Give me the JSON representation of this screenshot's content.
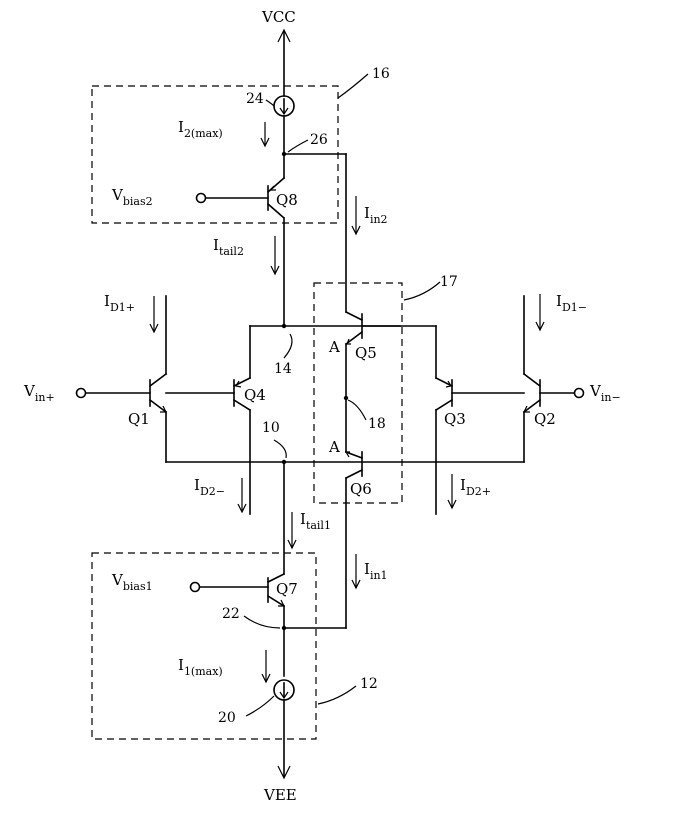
{
  "rails": {
    "vcc": "VCC",
    "vee": "VEE"
  },
  "transistors": {
    "q1": "Q1",
    "q2": "Q2",
    "q3": "Q3",
    "q4": "Q4",
    "q5": "Q5",
    "q6": "Q6",
    "q7": "Q7",
    "q8": "Q8"
  },
  "emitter_marks": {
    "q5": "A",
    "q6": "A"
  },
  "inputs": {
    "vin_plus": {
      "main": "V",
      "sub": "in+"
    },
    "vin_minus": {
      "main": "V",
      "sub": "in−"
    },
    "vbias1": {
      "main": "V",
      "sub": "bias1"
    },
    "vbias2": {
      "main": "V",
      "sub": "bias2"
    }
  },
  "currents": {
    "i2max": {
      "main": "I",
      "sub": "2(max)"
    },
    "i1max": {
      "main": "I",
      "sub": "1(max)"
    },
    "itail2": {
      "main": "I",
      "sub": "tail2"
    },
    "itail1": {
      "main": "I",
      "sub": "tail1"
    },
    "iin2": {
      "main": "I",
      "sub": "in2"
    },
    "iin1": {
      "main": "I",
      "sub": "in1"
    },
    "id1p": {
      "main": "I",
      "sub": "D1+"
    },
    "id1m": {
      "main": "I",
      "sub": "D1−"
    },
    "id2m": {
      "main": "I",
      "sub": "D2−"
    },
    "id2p": {
      "main": "I",
      "sub": "D2+"
    }
  },
  "refs": {
    "r10": "10",
    "r12": "12",
    "r14": "14",
    "r16": "16",
    "r17": "17",
    "r18": "18",
    "r20": "20",
    "r22": "22",
    "r24": "24",
    "r26": "26"
  }
}
